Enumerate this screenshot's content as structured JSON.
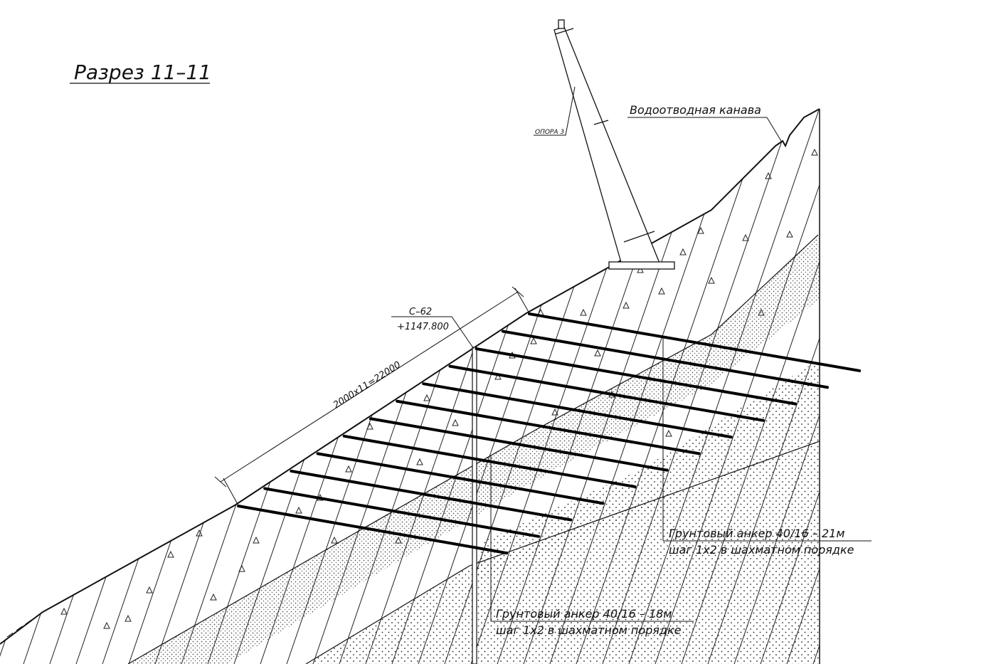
{
  "title": "Разрез 11–11",
  "pole": {
    "label": "ОПОРА 3"
  },
  "ditch": {
    "label": "Водоотводная канава"
  },
  "borehole": {
    "id": "С–62",
    "elevation": "+1147.800"
  },
  "dimension": {
    "label": "2000x11=22000"
  },
  "anchors": {
    "upper": {
      "line1": "Грунтовый анкер 40/16 – 21м",
      "line2": "шаг 1х2 в шахматном порядке"
    },
    "lower": {
      "line1": "Грунтовый анкер 40/16 – 18м",
      "line2": "шаг 1х2 в шахматном порядке"
    }
  },
  "colors": {
    "ink": "#111111",
    "background": "#ffffff"
  }
}
